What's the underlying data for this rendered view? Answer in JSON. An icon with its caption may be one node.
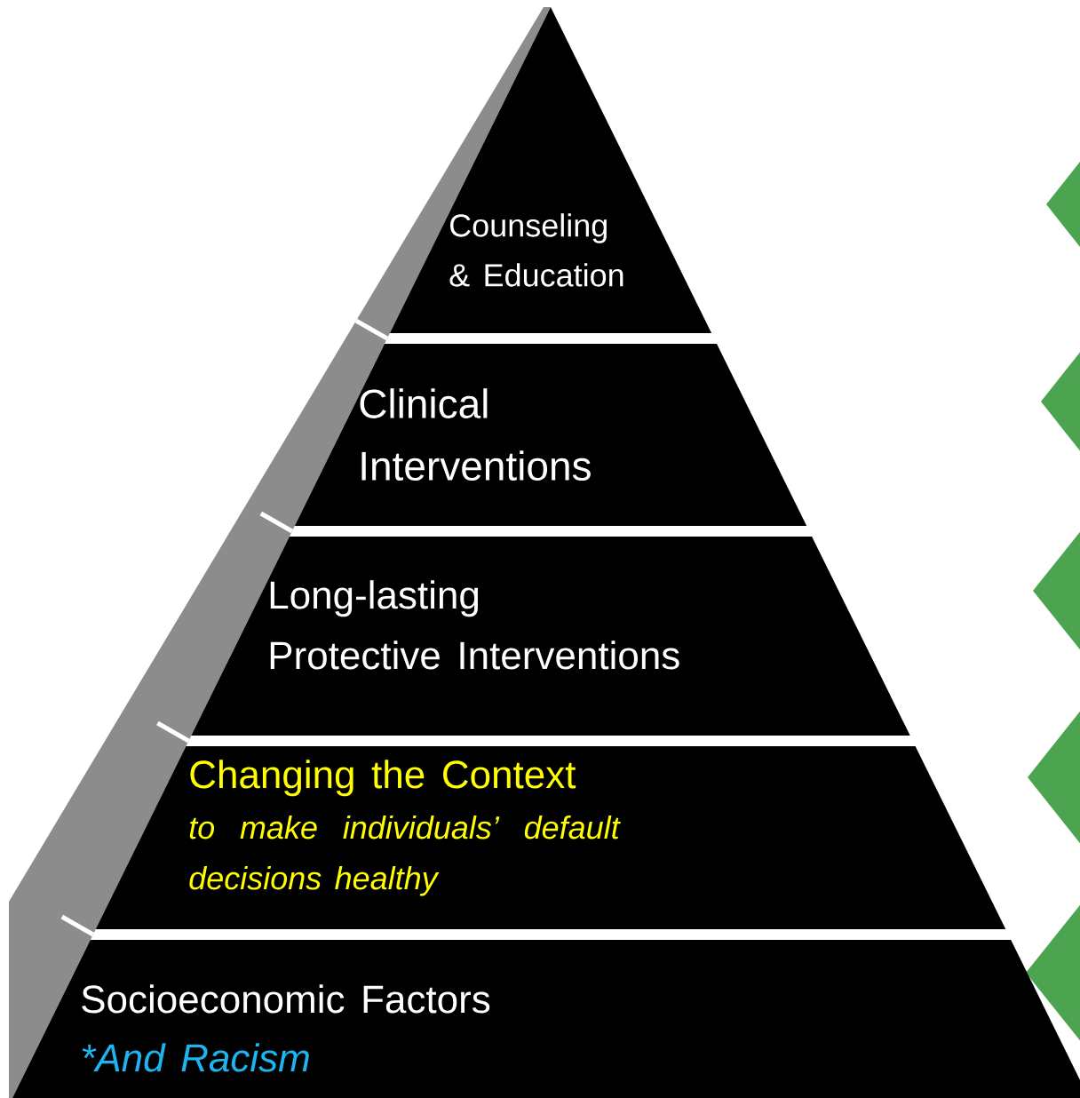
{
  "diagram": {
    "nodes": [
      {
        "text": [
          "Counseling & Education"
        ]
      },
      {
        "text": [
          "Clinical Interventions"
        ]
      },
      {
        "text": [
          "Long-lasting Protective Interventions"
        ]
      },
      {
        "text": [
          "Changing the Context",
          "to make individuals’ default decisions healthy"
        ]
      },
      {
        "text": [
          "Socioeconomic Factors",
          "*And  Racism"
        ]
      }
    ]
  }
}
